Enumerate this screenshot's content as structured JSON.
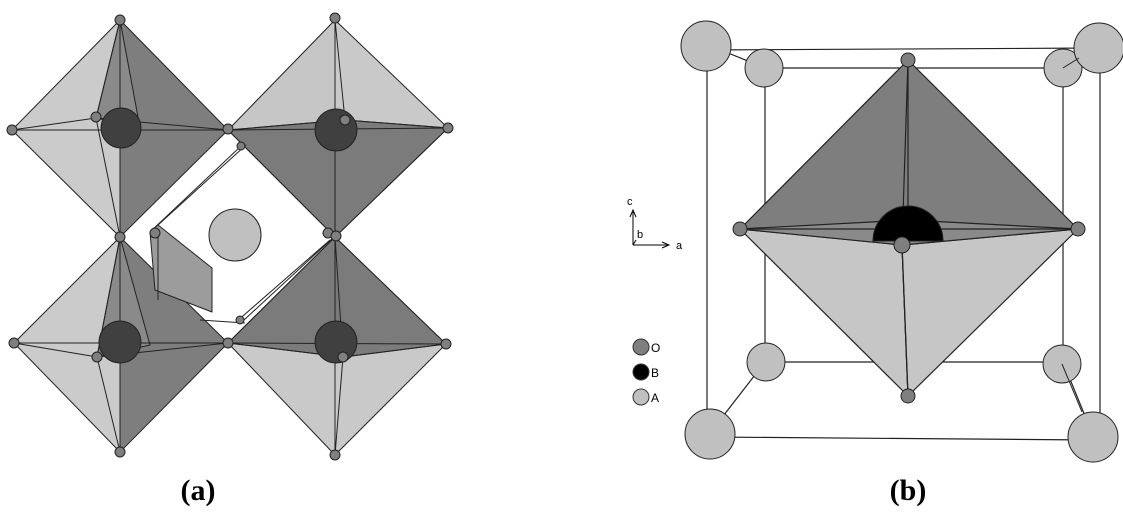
{
  "figure": {
    "panel_a_label": "(a)",
    "panel_b_label": "(b)"
  },
  "axes": {
    "c": "c",
    "b": "b",
    "a": "a"
  },
  "legend": [
    {
      "label": "O",
      "color": "#7f7f7f"
    },
    {
      "label": "B",
      "color": "#000000"
    },
    {
      "label": "A",
      "color": "#c0c0c0"
    }
  ],
  "colors": {
    "face_light": "#c6c6c6",
    "face_dark": "#7e7e7e",
    "atom_o": "#7f7f7f",
    "atom_b_a": "#404040",
    "atom_b_b": "#000000",
    "atom_a": "#c0c0c0"
  }
}
